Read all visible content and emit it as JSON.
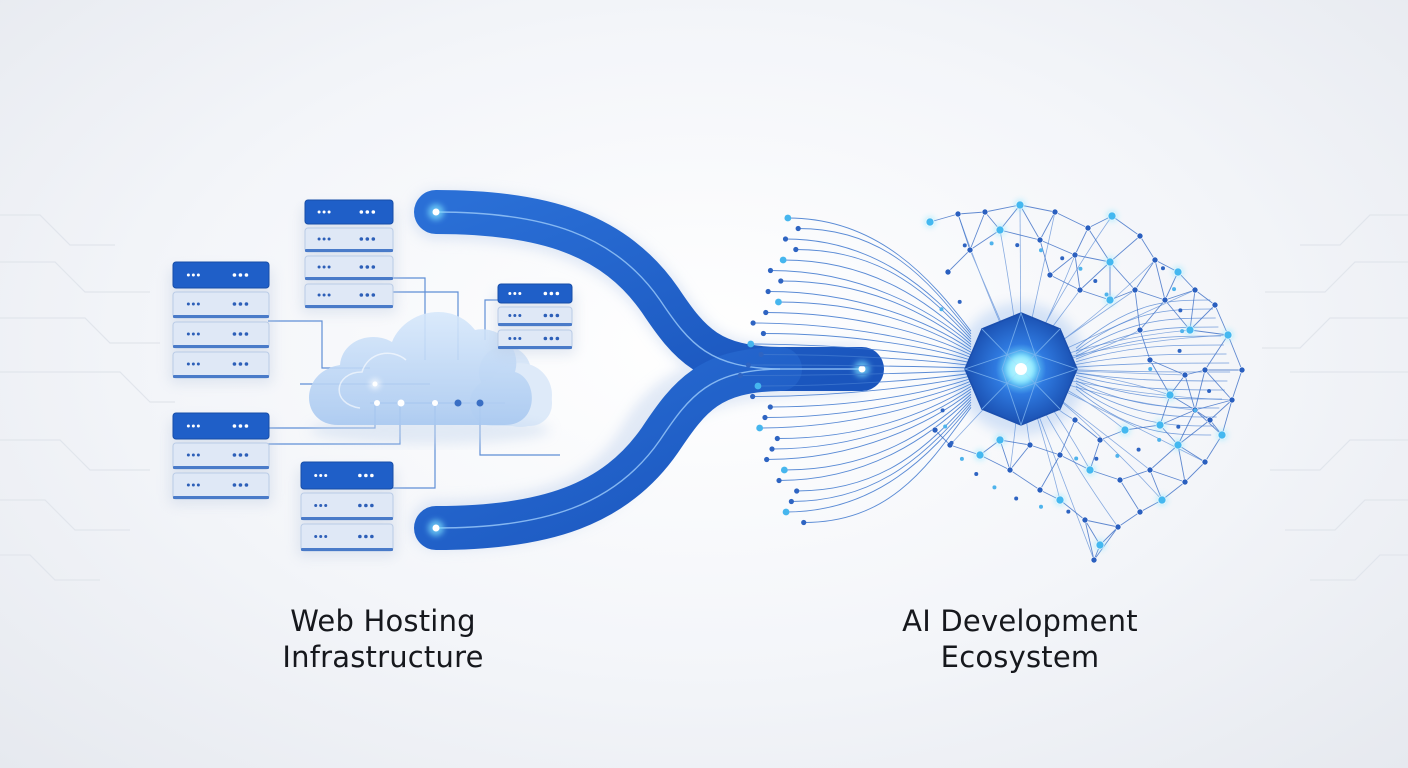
{
  "captions": {
    "left": {
      "line1": "Web Hosting",
      "line2": "Infrastructure"
    },
    "right": {
      "line1": "AI Development",
      "line2": "Ecosystem"
    }
  },
  "colors": {
    "primary_blue": "#1f5fc8",
    "accent_blue": "#2f7ae0",
    "light_blue": "#dce8f8",
    "cloud_blue": "#a9c9f0",
    "glow": "#7fe3ff",
    "text": "#16181d"
  },
  "icons": {
    "left_group": "server-racks-icon",
    "cloud": "cloud-icon",
    "connector": "y-merge-connector",
    "right_group": "neural-network-brain-icon",
    "core": "processor-core-icon"
  }
}
